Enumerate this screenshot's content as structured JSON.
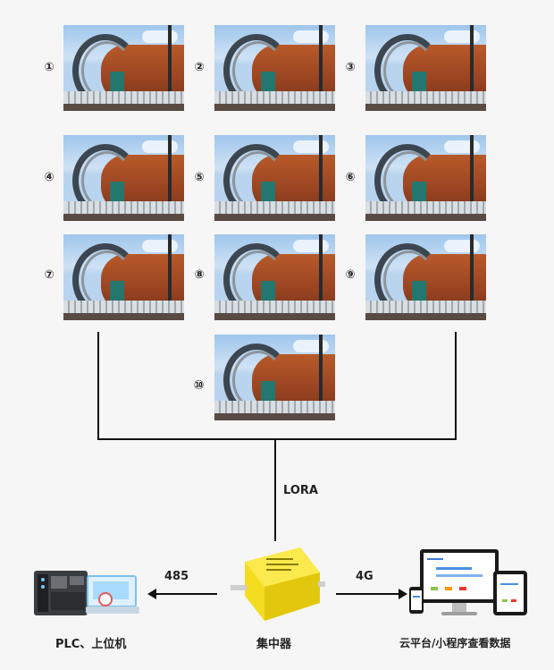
{
  "sensor_numbers": [
    "①",
    "②",
    "③",
    "④",
    "⑤",
    "⑥",
    "⑦",
    "⑧",
    "⑨",
    "⑩"
  ],
  "link_labels": {
    "lora": "LORA",
    "rs485": "485",
    "net_4g": "4G"
  },
  "nodes": {
    "plc": "PLC、上位机",
    "concentrator": "集中器",
    "cloud": "云平台/小程序查看数据"
  },
  "icons": [
    "kiln-photo",
    "plc-icon",
    "pc-monitor-icon",
    "concentrator-device-icon",
    "cloud-devices-icon",
    "arrow-left-icon",
    "arrow-right-icon"
  ],
  "colors": {
    "device_yellow": "#f4dd21",
    "line": "#111111"
  }
}
